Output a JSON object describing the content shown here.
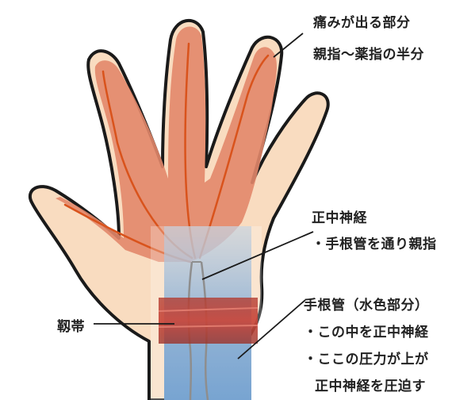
{
  "labels": {
    "pain_title": "痛みが出る部分",
    "pain_sub": "親指〜薬指の半分",
    "median_title": "正中神経",
    "median_sub": "・手根管を通り親指",
    "ligament": "靱帯",
    "tunnel_title": "手根管（水色部分）",
    "tunnel_sub1": "・この中を正中神経",
    "tunnel_sub2": "・ここの圧力が上が",
    "tunnel_sub3": "正中神経を圧迫す"
  },
  "colors": {
    "skin": "#f9dcc0",
    "pain_area": "#e2876a",
    "nerve": "#d9531c",
    "tunnel_blue": "#5b8fbf",
    "ligament_red": "#c4392b",
    "outline": "#1a1a1a"
  }
}
